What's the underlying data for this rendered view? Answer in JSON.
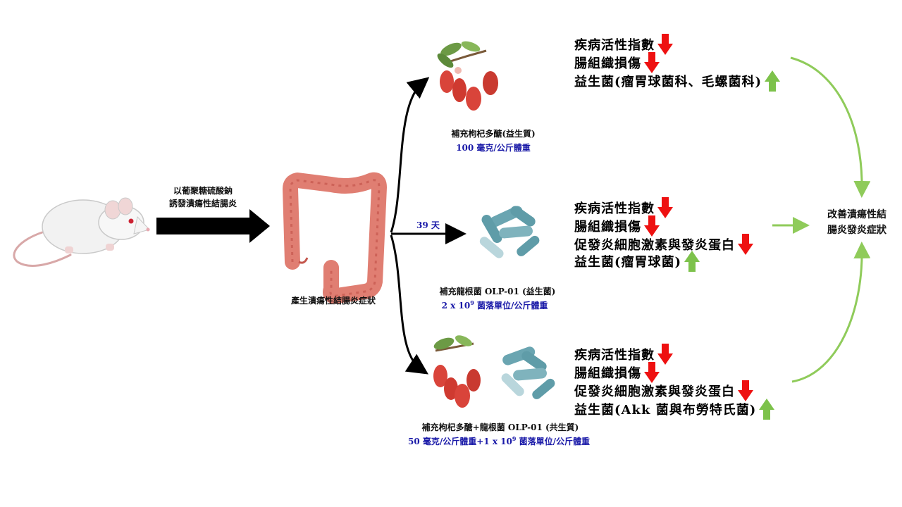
{
  "colors": {
    "down_arrow": "#ee1111",
    "up_arrow": "#7dc24b",
    "connector": "#8fcb5a",
    "path_arrow": "#000000",
    "blue_text": "#1a1aa8",
    "colon": "#d9645c",
    "bacteria": "#5f9ca8",
    "goji": "#d9443a"
  },
  "icons": {
    "rat": "white-rat-icon",
    "colon": "colon-icon",
    "goji_top": "goji-berry-icon",
    "bacteria_mid": "bacteria-icon",
    "goji_bottom": "goji-berry-icon",
    "bacteria_bottom": "bacteria-icon"
  },
  "induction": {
    "line1": "以葡聚糖硫酸鈉",
    "line2": "誘發潰瘍性結腸炎"
  },
  "colitis_label": "產生潰瘍性結腸炎症狀",
  "duration_label": "39 天",
  "groups": [
    {
      "name": "補充枸杞多醣(益生質)",
      "dose": "100 毫克/公斤體重",
      "effects": [
        {
          "text": "疾病活性指數",
          "direction": "down"
        },
        {
          "text": "腸組織損傷",
          "direction": "down"
        },
        {
          "text": "益生菌(瘤胃球菌科、毛螺菌科)",
          "direction": "up"
        }
      ]
    },
    {
      "name": "補充龍根菌 OLP-01 (益生菌)",
      "dose_prefix": "2 x 10",
      "dose_exp": "9",
      "dose_suffix": " 菌落單位/公斤體重",
      "effects": [
        {
          "text": "疾病活性指數",
          "direction": "down"
        },
        {
          "text": "腸組織損傷",
          "direction": "down"
        },
        {
          "text": "促發炎細胞激素與發炎蛋白",
          "direction": "down"
        },
        {
          "text": "益生菌(瘤胃球菌)",
          "direction": "up"
        }
      ]
    },
    {
      "name": "補充枸杞多醣+龍根菌 OLP-01 (共生質)",
      "dose_prefix": "50 毫克/公斤體重+1 x 10",
      "dose_exp": "9",
      "dose_suffix": " 菌落單位/公斤體重",
      "effects": [
        {
          "text": "疾病活性指數",
          "direction": "down"
        },
        {
          "text": "腸組織損傷",
          "direction": "down"
        },
        {
          "text": "促發炎細胞激素與發炎蛋白",
          "direction": "down"
        },
        {
          "text": "益生菌(Akk 菌與布勞特氏菌)",
          "direction": "up"
        }
      ]
    }
  ],
  "outcome": {
    "line1": "改善潰瘍性結",
    "line2": "腸炎發炎症狀"
  }
}
